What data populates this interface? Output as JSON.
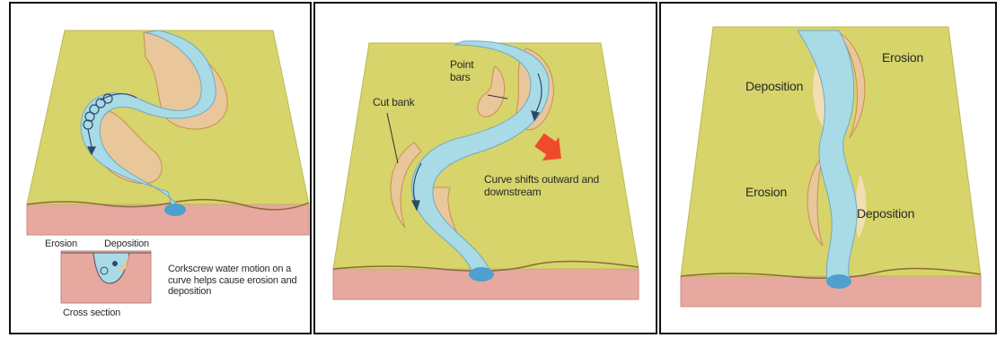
{
  "colors": {
    "land": "#d6d46a",
    "land_edge": "#c9c65a",
    "soil": "#e7a8a0",
    "soil_dark": "#d68f88",
    "water": "#a9dbe6",
    "water_dark": "#4f9fcf",
    "bank": "#e9c79a",
    "bank_lines": "#c98e55",
    "arrow_red": "#ef4b2b",
    "border": "#111111"
  },
  "panel1": {
    "label_erosion": "Erosion",
    "label_deposition": "Deposition",
    "label_cross_section": "Cross section",
    "caption": "Corkscrew water motion on a curve helps cause erosion and deposition"
  },
  "panel2": {
    "label_point_bars": "Point bars",
    "label_cut_bank": "Cut bank",
    "label_curve_shift": "Curve shifts outward and downstream"
  },
  "panel3": {
    "label_deposition_top": "Deposition",
    "label_erosion_top": "Erosion",
    "label_erosion_bottom": "Erosion",
    "label_deposition_bottom": "Deposition"
  }
}
